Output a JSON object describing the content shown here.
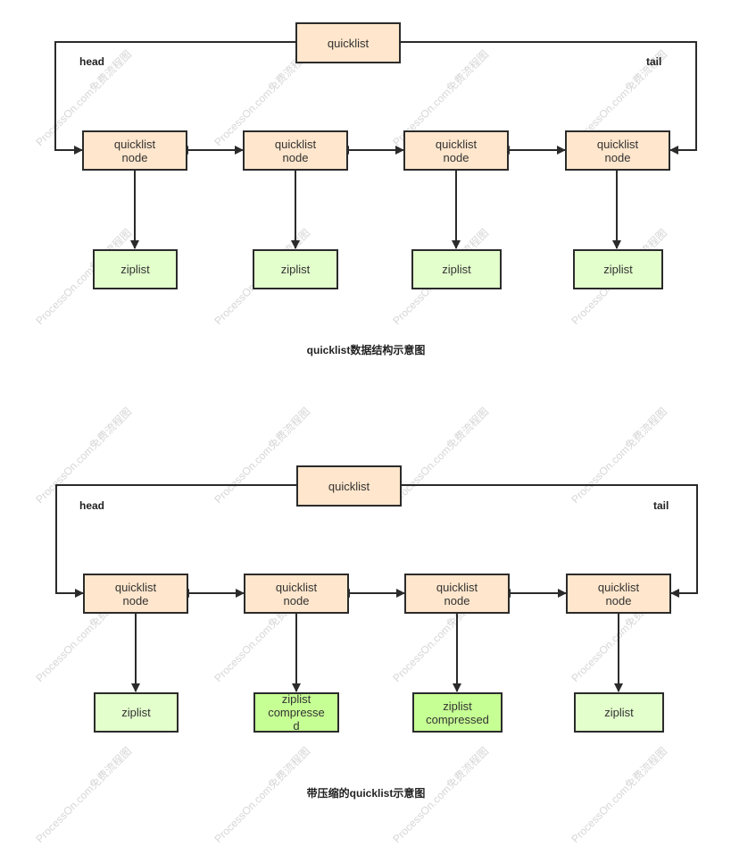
{
  "colors": {
    "node_fill": "#ffe6cc",
    "ziplist_fill": "#e3ffcc",
    "compressed_fill": "#c6ff94",
    "stroke": "#2b2b2b"
  },
  "diagram1": {
    "header": "quicklist",
    "head_label": "head",
    "tail_label": "tail",
    "nodes": [
      "quicklist\nnode",
      "quicklist\nnode",
      "quicklist\nnode",
      "quicklist\nnode"
    ],
    "ziplists": [
      "ziplist",
      "ziplist",
      "ziplist",
      "ziplist"
    ],
    "caption": "quicklist数据结构示意图"
  },
  "diagram2": {
    "header": "quicklist",
    "head_label": "head",
    "tail_label": "tail",
    "nodes": [
      "quicklist\nnode",
      "quicklist\nnode",
      "quicklist\nnode",
      "quicklist\nnode"
    ],
    "ziplists": [
      "ziplist",
      "ziplist\ncompresse\nd",
      "ziplist\ncompressed",
      "ziplist"
    ],
    "caption": "带压缩的quicklist示意图"
  },
  "watermark": "ProcessOn.com免费流程图"
}
